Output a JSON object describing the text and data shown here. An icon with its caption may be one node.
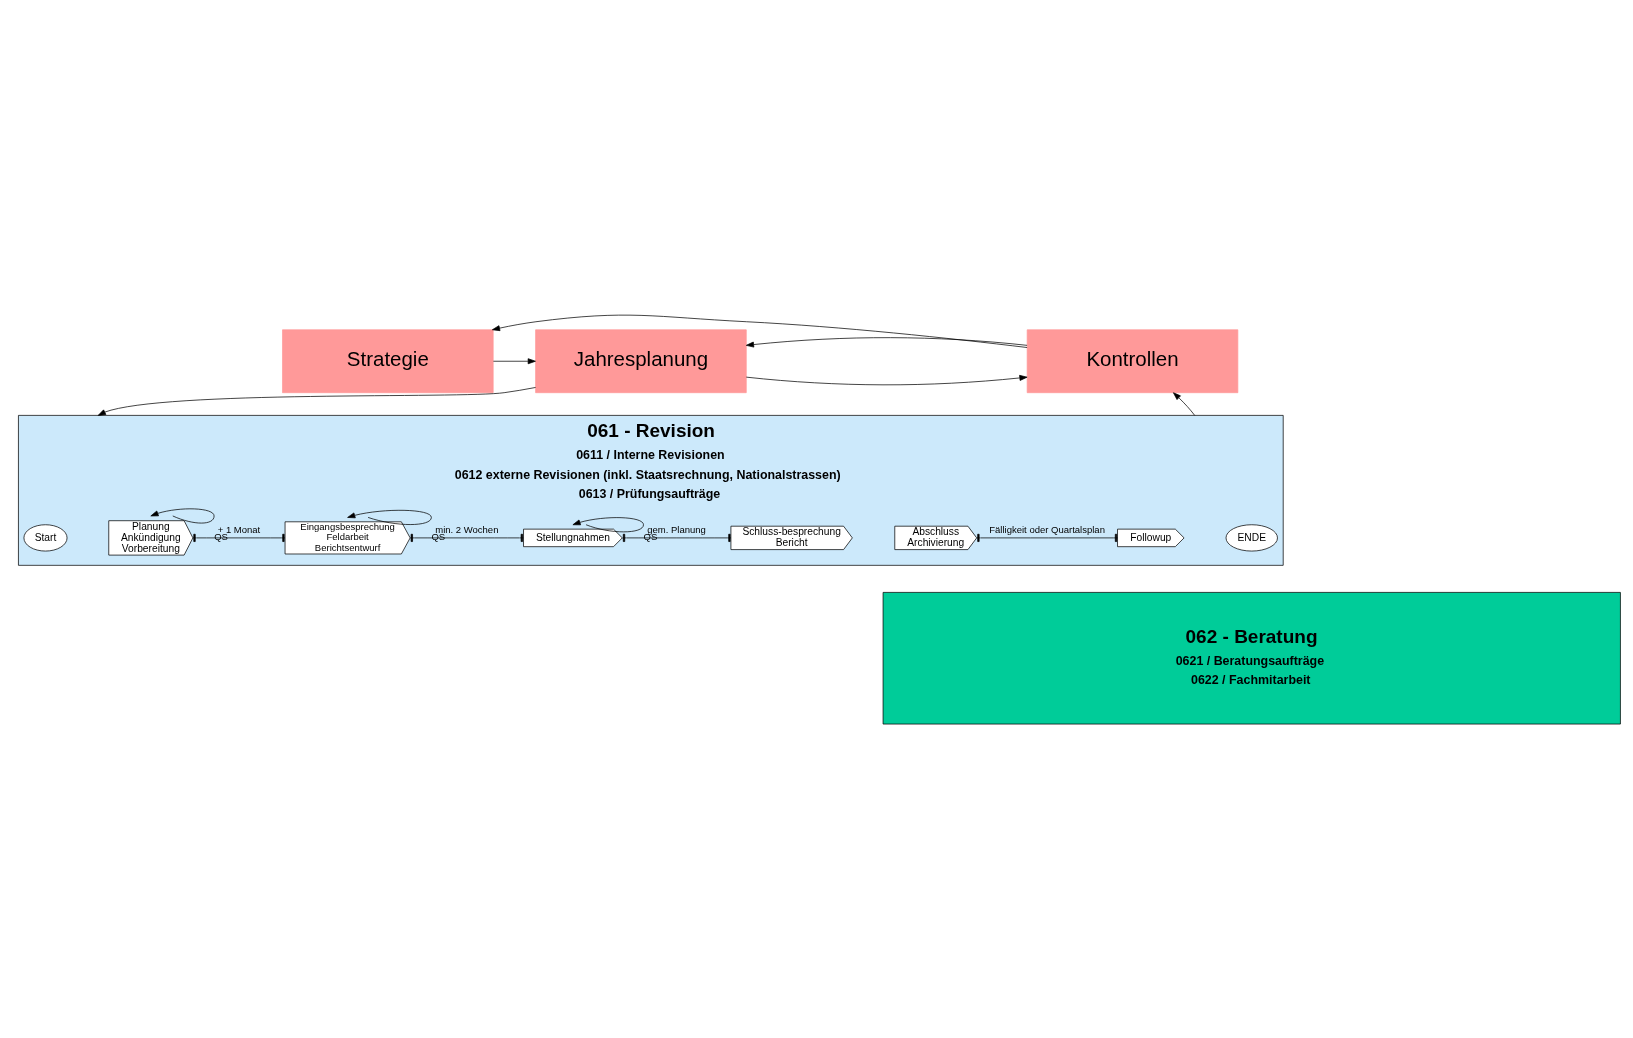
{
  "diagram": {
    "nodes": [
      {
        "text": [
          "Strategie"
        ]
      },
      {
        "text": [
          "Jahresplanung"
        ]
      },
      {
        "text": [
          "Kontrollen"
        ]
      },
      {
        "text": [
          "061 - Revision",
          "0611 / Interne Revisionen",
          "0612 externe Revisionen (inkl. Staatsrechnung, Nationalstrassen)",
          "0613 / Prüfungsaufträge"
        ]
      },
      {
        "text": [
          "Start"
        ],
        "in": 3
      },
      {
        "text": [
          "Planung Ankündigung Vorbereitung"
        ],
        "in": 3
      },
      {
        "text": [
          "Eingangsbesprechung Feldarbeit Berichtsentwurf"
        ],
        "in": 3
      },
      {
        "text": [
          "Stellungnahmen"
        ],
        "in": 3
      },
      {
        "text": [
          "Schluss-besprechung Bericht"
        ],
        "in": 3
      },
      {
        "text": [
          "Abschluss Archivierung"
        ],
        "in": 3
      },
      {
        "text": [
          "Followup"
        ],
        "in": 3
      },
      {
        "text": [
          "ENDE"
        ],
        "in": 3
      },
      {
        "text": [
          "062 - Beratung",
          "0621 / Beratungsaufträge",
          "0622 / Fachmitarbeit"
        ]
      }
    ],
    "edges": [
      {
        "from": 0,
        "to": 1,
        "arrow": "to"
      },
      {
        "from": 1,
        "to": 2,
        "arrow": "to"
      },
      {
        "from": 2,
        "to": 0,
        "arrow": "to"
      },
      {
        "from": 2,
        "to": 1,
        "arrow": "to"
      },
      {
        "from": 1,
        "to": 3,
        "arrow": "to"
      },
      {
        "from": 3,
        "to": 2,
        "arrow": "to"
      },
      {
        "from": 5,
        "to": 5,
        "arrow": "to",
        "label": "QS"
      },
      {
        "from": 5,
        "to": 6,
        "arrow": "other",
        "label": "+ 1 Monat"
      },
      {
        "from": 6,
        "to": 6,
        "arrow": "to",
        "label": "QS"
      },
      {
        "from": 6,
        "to": 7,
        "arrow": "other",
        "label": "min. 2 Wochen"
      },
      {
        "from": 7,
        "to": 7,
        "arrow": "to",
        "label": "QS"
      },
      {
        "from": 7,
        "to": 8,
        "arrow": "other",
        "label": "gem. Planung"
      },
      {
        "from": 9,
        "to": 10,
        "arrow": "other",
        "label": "Fälligkeit oder Quartalsplan"
      }
    ]
  }
}
